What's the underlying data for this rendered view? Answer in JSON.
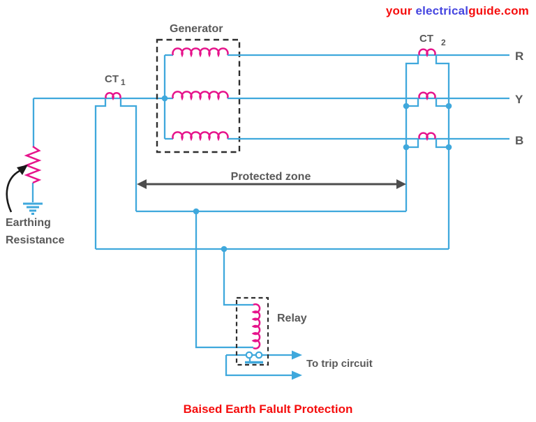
{
  "header": {
    "part1": "your ",
    "part2": "electrical",
    "part3": "guide.com"
  },
  "title": "Baised Earth Falult Protection",
  "labels": {
    "generator": "Generator",
    "ct1": {
      "base": "CT",
      "sub": "1"
    },
    "ct2": {
      "base": "CT",
      "sub": "2"
    },
    "phase_r": "R",
    "phase_y": "Y",
    "phase_b": "B",
    "protected_zone": "Protected zone",
    "earthing_line1": "Earthing",
    "earthing_line2": "Resistance",
    "relay": "Relay",
    "trip": "To trip circuit"
  },
  "colors": {
    "wire": "#3FA8DC",
    "coil": "#E6138B",
    "text": "#595959",
    "zone": "#4D4D4D",
    "dash": "#2E2E2E",
    "black": "#1A1A1A",
    "red": "#F50D0D",
    "blue_text": "#4545E0"
  }
}
